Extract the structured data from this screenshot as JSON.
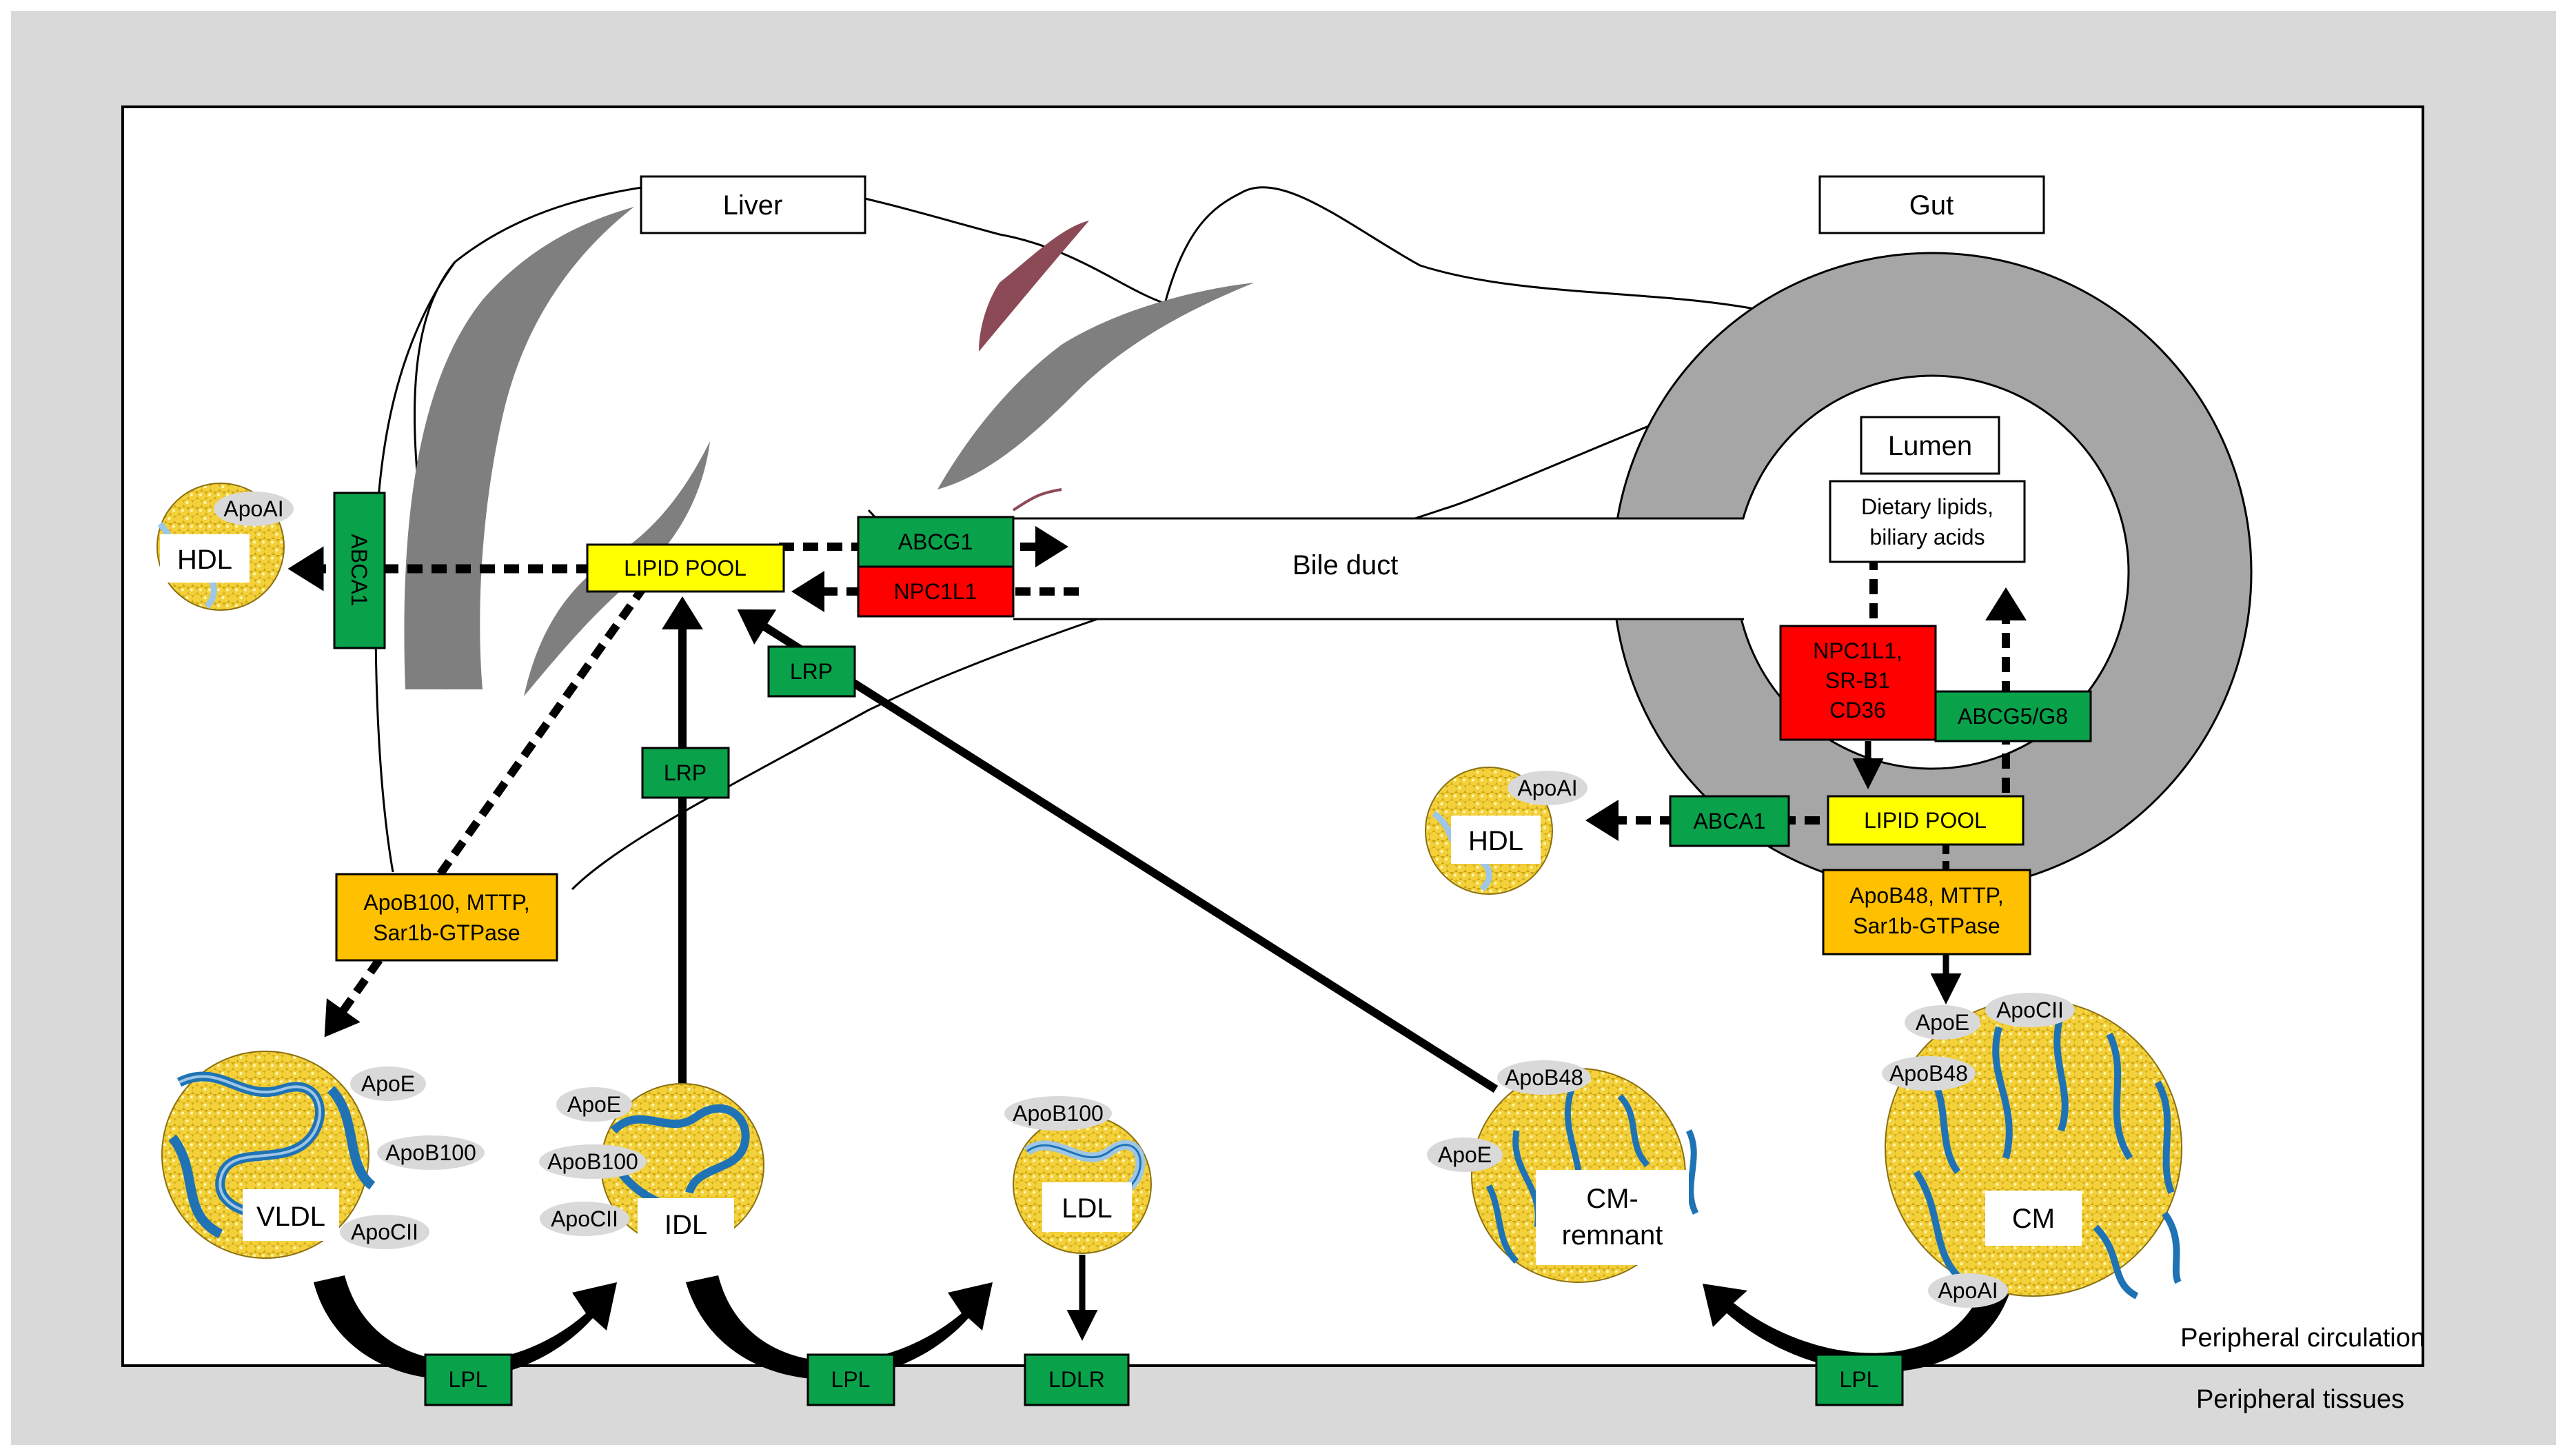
{
  "organs": {
    "liver": "Liver",
    "gut": "Gut",
    "lumen": "Lumen",
    "bile_duct": "Bile duct"
  },
  "regions": {
    "circulation": "Peripheral circulation",
    "tissues": "Peripheral tissues"
  },
  "liver_boxes": {
    "lipid_pool": "LIPID POOL",
    "abcg1": "ABCG1",
    "npc1l1": "NPC1L1",
    "abca1": "ABCA1",
    "lrp_a": "LRP",
    "lrp_b": "LRP",
    "assembly_line1": "ApoB100, MTTP,",
    "assembly_line2": "Sar1b-GTPase"
  },
  "gut_boxes": {
    "dietary_line1": "Dietary lipids,",
    "dietary_line2": "biliary acids",
    "transport_line1": "NPC1L1,",
    "transport_line2": "SR-B1",
    "transport_line3": "CD36",
    "abcg5g8": "ABCG5/G8",
    "lipid_pool": "LIPID POOL",
    "abca1": "ABCA1",
    "assembly_line1": "ApoB48, MTTP,",
    "assembly_line2": "Sar1b-GTPase"
  },
  "particles": {
    "hdl_left": "HDL",
    "hdl_left_apo": "ApoAI",
    "hdl_right": "HDL",
    "hdl_right_apo": "ApoAI",
    "vldl": "VLDL",
    "vldl_apo1": "ApoE",
    "vldl_apo2": "ApoB100",
    "vldl_apo3": "ApoCII",
    "idl": "IDL",
    "idl_apo1": "ApoE",
    "idl_apo2": "ApoB100",
    "idl_apo3": "ApoCII",
    "ldl": "LDL",
    "ldl_apo": "ApoB100",
    "cmr_line1": "CM-",
    "cmr_line2": "remnant",
    "cmr_apo1": "ApoB48",
    "cmr_apo2": "ApoE",
    "cm": "CM",
    "cm_apo1": "ApoE",
    "cm_apo2": "ApoCII",
    "cm_apo3": "ApoB48",
    "cm_apo4": "ApoAI"
  },
  "enzymes": {
    "lpl1": "LPL",
    "lpl2": "LPL",
    "lpl3": "LPL",
    "ldlr": "LDLR"
  },
  "colors": {
    "green": "#0aa14b",
    "red": "#ff0000",
    "yellow": "#ffff00",
    "orange": "#ffc000",
    "gut_gray": "#a6a6a6",
    "frame_gray": "#d9d9d9",
    "lipid_yellow": "#f2cc1a",
    "apo_blue": "#1f73b4"
  }
}
